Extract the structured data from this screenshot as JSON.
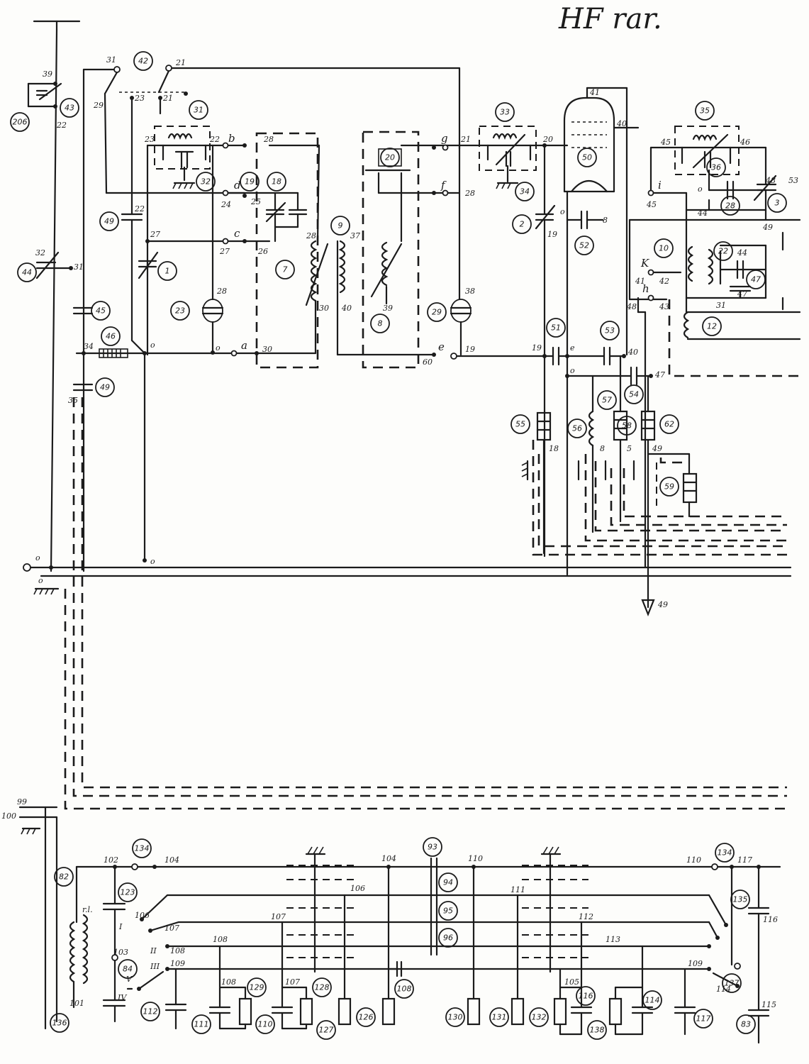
{
  "header": {
    "title": "HF rar."
  },
  "nodes": {
    "n39": "39",
    "n21a": "21",
    "n22": "22",
    "n31a": "31",
    "n21b": "21",
    "n29": "29",
    "n25": "25",
    "n23": "23",
    "b": "b",
    "d": "d",
    "c": "c",
    "a": "a",
    "n22b": "22",
    "n24": "24",
    "n27": "27",
    "n27b": "27",
    "n26": "26",
    "n28": "28",
    "n30": "30",
    "n30b": "30",
    "n37": "37",
    "n39b": "39",
    "n40": "40",
    "g": "g",
    "f": "f",
    "n21c": "21",
    "n28b": "28",
    "n38": "38",
    "e": "e",
    "n60": "60",
    "n19": "19",
    "n20": "20",
    "n19b": "19",
    "n19c": "19",
    "n41": "41",
    "n40b": "40",
    "n46": "46",
    "n45": "45",
    "i": "i",
    "n45b": "45",
    "n44": "44",
    "n48": "48",
    "n49": "49",
    "n53": "53",
    "k": "K",
    "n41b": "41",
    "n42": "42",
    "h": "h",
    "n48b": "48",
    "n43": "43",
    "n44b": "44",
    "n47": "47",
    "n31b": "31",
    "n40c": "40",
    "n47b": "47",
    "n18": "18",
    "n8": "8",
    "n5": "5",
    "n49b": "49",
    "o1": "o",
    "o2": "o",
    "o3": "o",
    "o4": "o",
    "o5": "o",
    "o6": "o",
    "o7": "o",
    "o8": "o",
    "n34": "34",
    "n35": "35",
    "n32": "32",
    "n31c": "31",
    "n22c": "22",
    "n49arrow": "49",
    "n99": "99",
    "n100": "100",
    "n102": "102",
    "n104": "104",
    "n104b": "104",
    "n106": "106",
    "n107": "107",
    "n108": "108",
    "n109": "109",
    "n103": "103",
    "n105": "105",
    "n108b": "108",
    "n107b": "107",
    "n110": "110",
    "n111": "111",
    "n112": "112",
    "n113": "113",
    "n110b": "110",
    "n117": "117",
    "n116": "116",
    "n115": "115",
    "n114": "114",
    "n109b": "109",
    "n101": "101",
    "n106b": "106",
    "rl": "r.l.",
    "romanI": "I",
    "romanII": "II",
    "romanIII": "III",
    "romanIV": "IV",
    "romanV": "V"
  },
  "refs": {
    "r206": "206",
    "r43": "43",
    "r42": "42",
    "r31": "31",
    "r32": "32",
    "r19": "19",
    "r18": "18",
    "r49": "49",
    "r7": "7",
    "r1": "1",
    "r9": "9",
    "r20": "20",
    "r8": "8",
    "r23": "23",
    "r29": "29",
    "r33": "33",
    "r34": "34",
    "r35": "35",
    "r36": "36",
    "r3": "3",
    "r28": "28",
    "r2": "2",
    "r50": "50",
    "r52": "52",
    "r10": "10",
    "r22": "22",
    "r44": "44",
    "r45": "45",
    "r46": "46",
    "r49b": "49",
    "r51": "51",
    "r53": "53",
    "r12": "12",
    "r54": "54",
    "r55": "55",
    "r56": "56",
    "r57": "57",
    "r58": "58",
    "r59": "59",
    "r62": "62",
    "r47": "47",
    "r134a": "134",
    "r134b": "134",
    "r82": "82",
    "r93": "93",
    "r94": "94",
    "r95": "95",
    "r96": "96",
    "r123": "123",
    "r84": "84",
    "r112": "112",
    "r111": "111",
    "r110": "110",
    "r129": "129",
    "r128": "128",
    "r127": "127",
    "r126": "126",
    "r108": "108",
    "r130": "130",
    "r131": "131",
    "r132": "132",
    "r116": "116",
    "r138": "138",
    "r114": "114",
    "r117": "117",
    "r83": "83",
    "r136": "136",
    "r135": "135",
    "r137": "137"
  }
}
